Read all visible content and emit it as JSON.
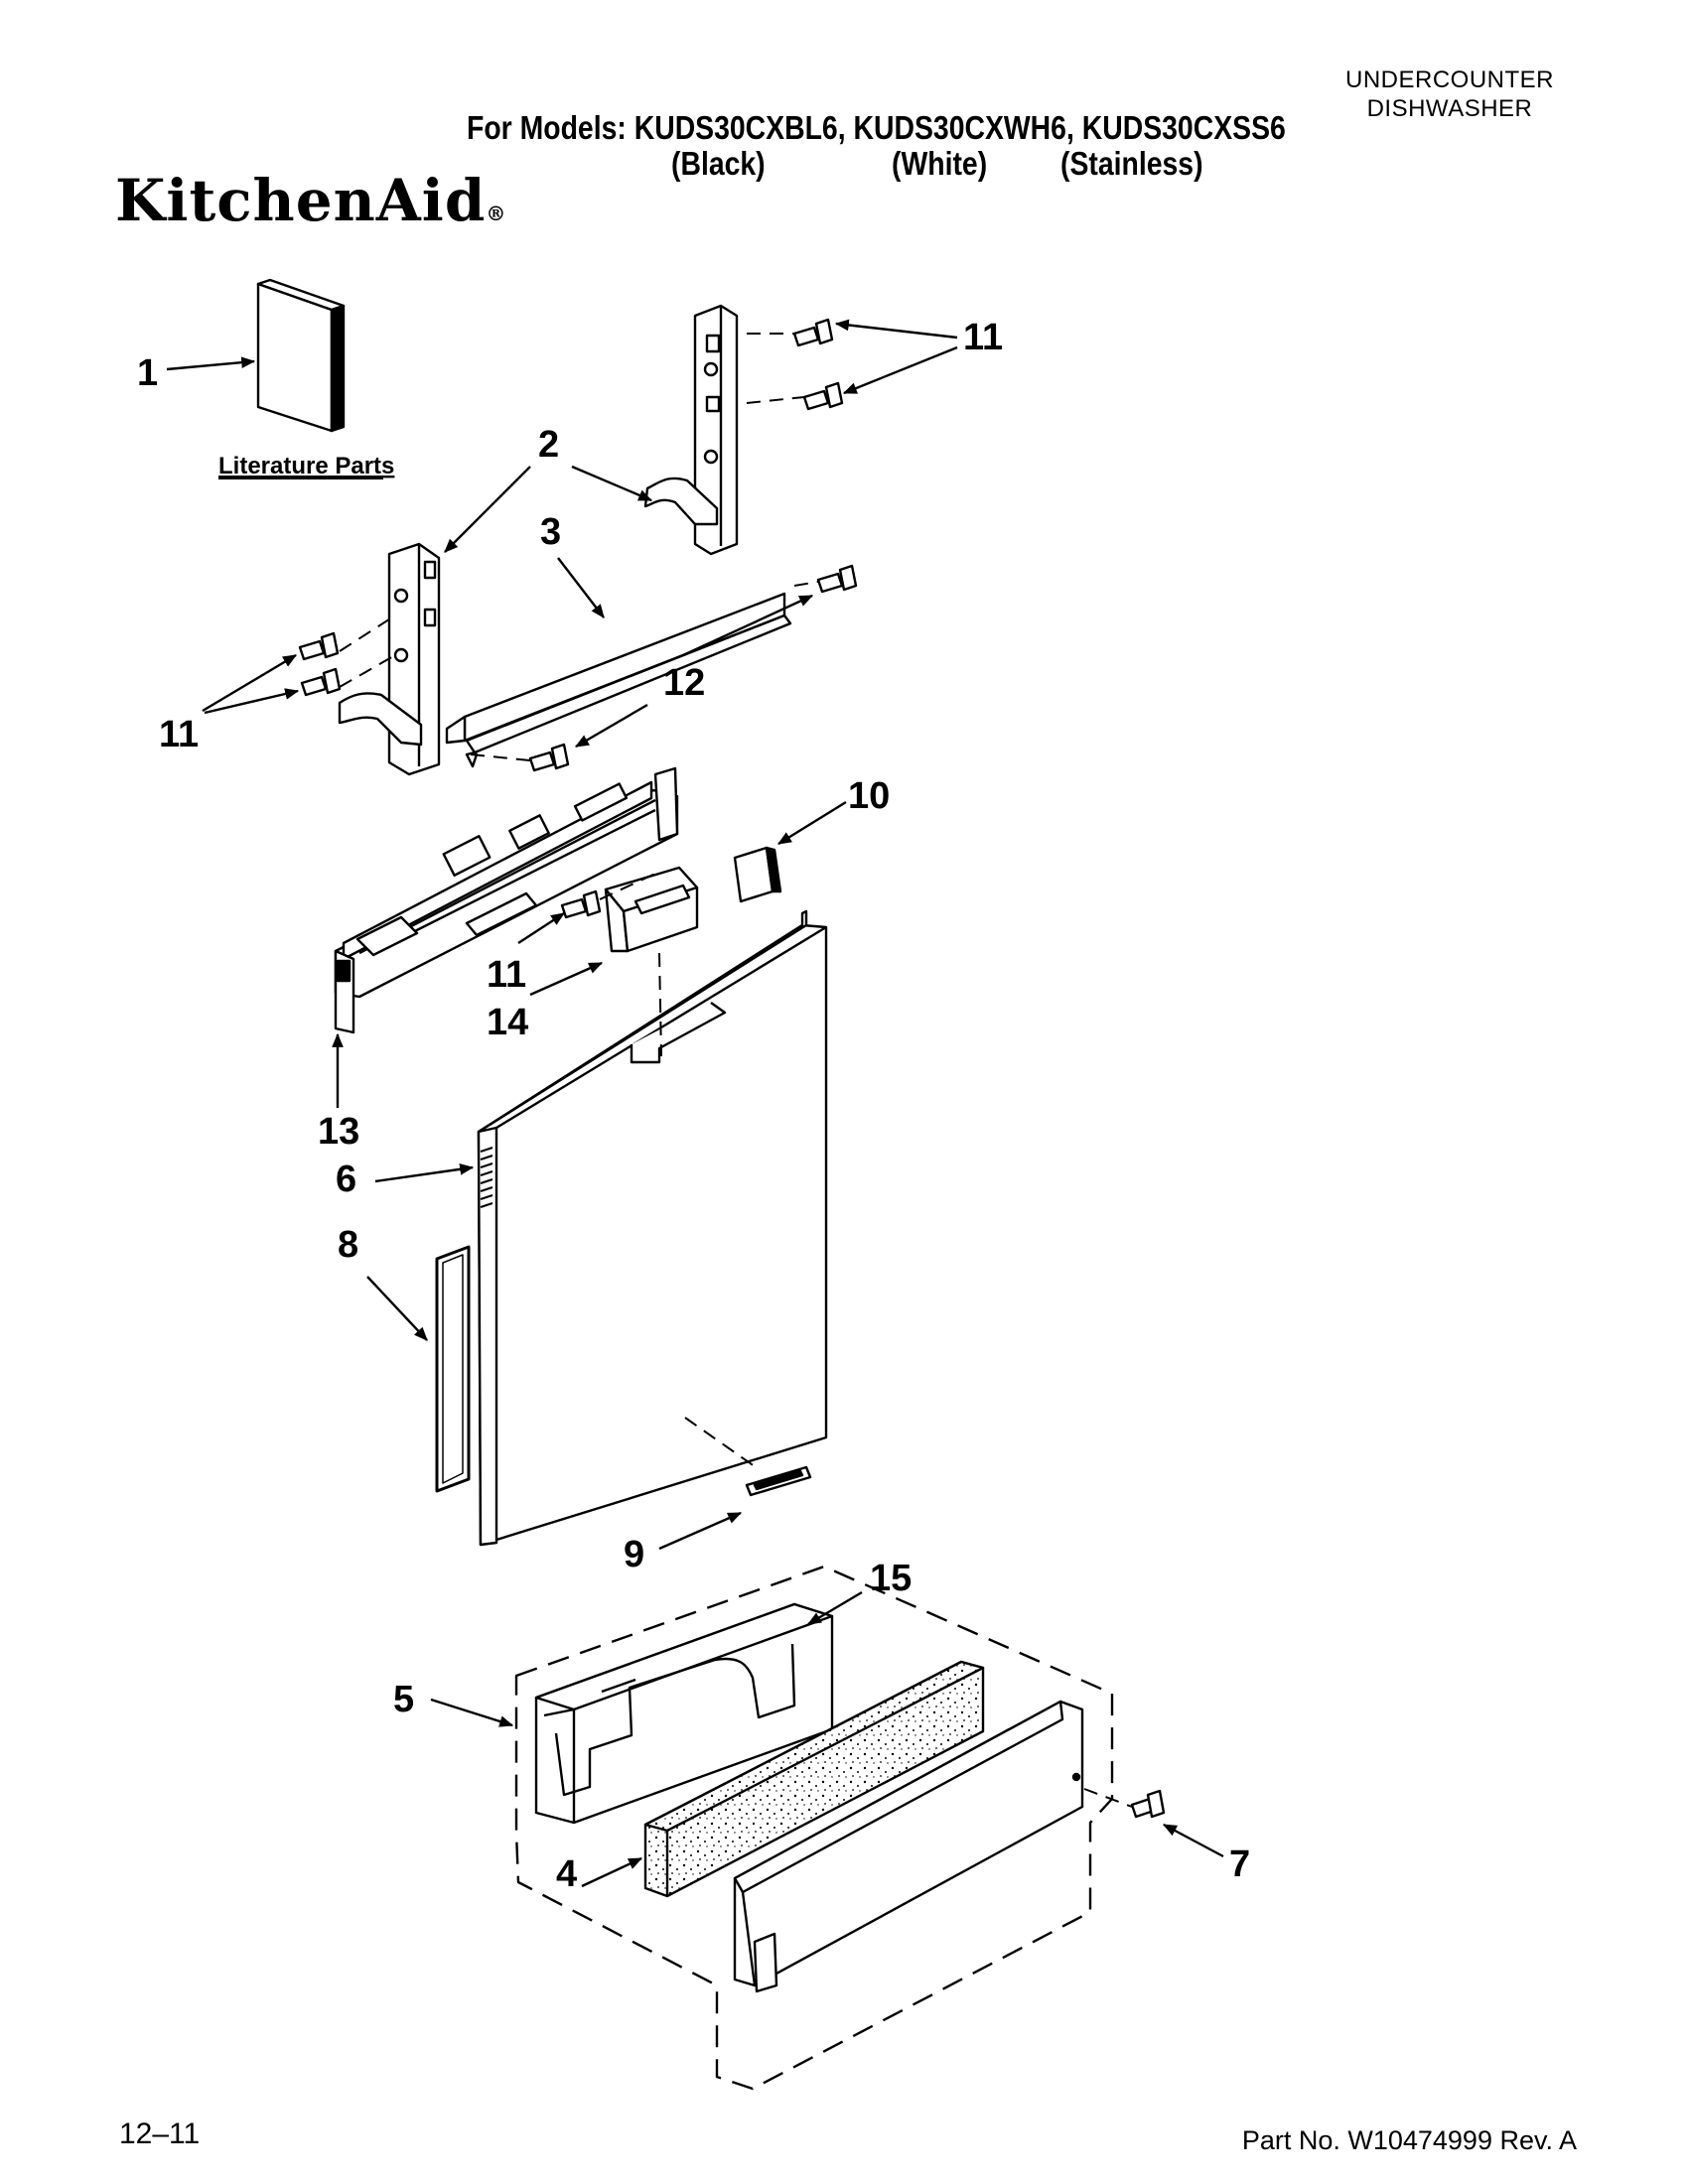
{
  "header": {
    "appliance_line1": "UNDERCOUNTER",
    "appliance_line2": "DISHWASHER",
    "models_text": "For Models: KUDS30CXBL6, KUDS30CXWH6, KUDS30CXSS6",
    "color_black": "(Black)",
    "color_white": "(White)",
    "color_stainless": "(Stainless)",
    "brand": "KitchenAid"
  },
  "diagram": {
    "literature_label": "Literature Parts",
    "callouts": {
      "c1": "1",
      "c2": "2",
      "c3": "3",
      "c4": "4",
      "c5": "5",
      "c6": "6",
      "c7": "7",
      "c8": "8",
      "c9": "9",
      "c10": "10",
      "c11a": "11",
      "c11b": "11",
      "c11c": "11",
      "c12": "12",
      "c13": "13",
      "c14": "14",
      "c15": "15"
    }
  },
  "footer": {
    "date": "12–11",
    "part_number": "Part No. W10474999 Rev. A"
  }
}
